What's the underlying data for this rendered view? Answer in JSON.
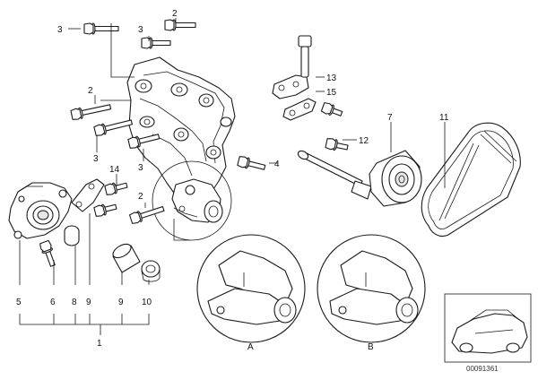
{
  "diagram": {
    "part_numbers": {
      "p1": "1",
      "p2_top": "2",
      "p2_left": "2",
      "p2_lower": "2",
      "p3_topleft": "3",
      "p3_top": "3",
      "p3_mid": "3",
      "p3_low": "3",
      "p4": "4",
      "p5": "5",
      "p6": "6",
      "p7": "7",
      "p8": "8",
      "p9_a": "9",
      "p9_b": "9",
      "p10": "10",
      "p11": "11",
      "p12": "12",
      "p13": "13",
      "p14": "14",
      "p15": "15"
    },
    "detail_labels": {
      "a": "A",
      "b": "B"
    },
    "doc_number": "00091361"
  }
}
